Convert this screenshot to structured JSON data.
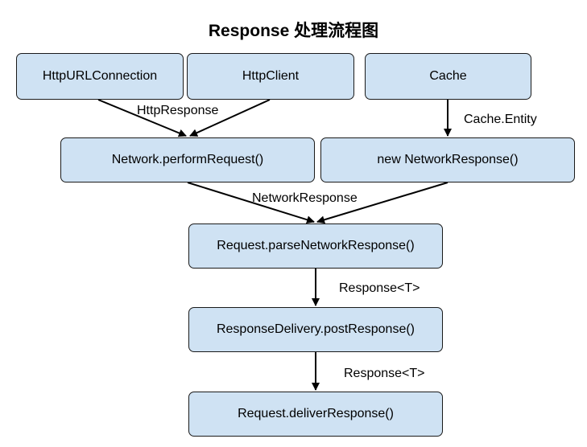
{
  "title": "Response 处理流程图",
  "nodes": {
    "http_url_connection": "HttpURLConnection",
    "http_client": "HttpClient",
    "cache": "Cache",
    "network_perform_request": "Network.performRequest()",
    "new_network_response": "new NetworkResponse()",
    "request_parse_network_response": "Request.parseNetworkResponse()",
    "response_delivery_post_response": "ResponseDelivery.postResponse()",
    "request_deliver_response": "Request.deliverResponse()"
  },
  "edge_labels": {
    "http_response": "HttpResponse",
    "cache_entity": "Cache.Entity",
    "network_response": "NetworkResponse",
    "response_t_1": "Response<T>",
    "response_t_2": "Response<T>"
  },
  "colors": {
    "node_fill": "#cfe2f3",
    "node_border": "#1a1a1a",
    "edge": "#000000"
  }
}
